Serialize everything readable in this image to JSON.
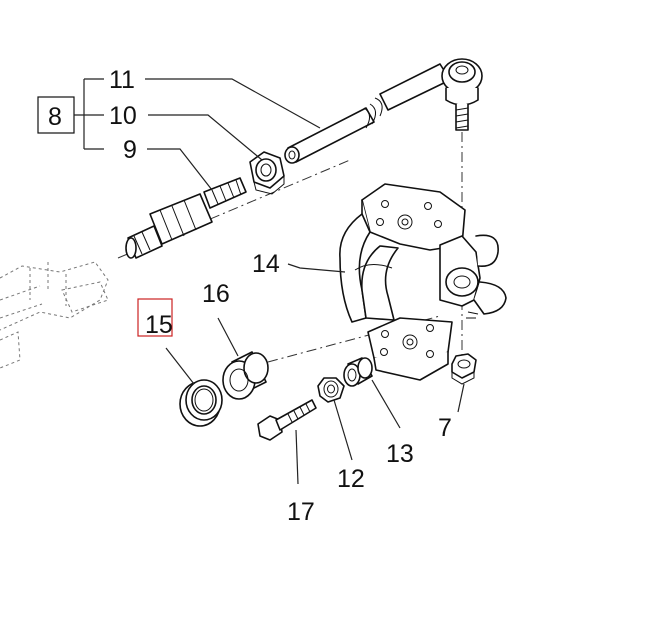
{
  "callouts": {
    "c7": "7",
    "c8": "8",
    "c9": "9",
    "c10": "10",
    "c11": "11",
    "c12": "12",
    "c13": "13",
    "c14": "14",
    "c15": "15",
    "c16": "16",
    "c17": "17"
  },
  "colors": {
    "line": "#111111",
    "highlight_box": "#cc2222",
    "background": "#ffffff"
  }
}
